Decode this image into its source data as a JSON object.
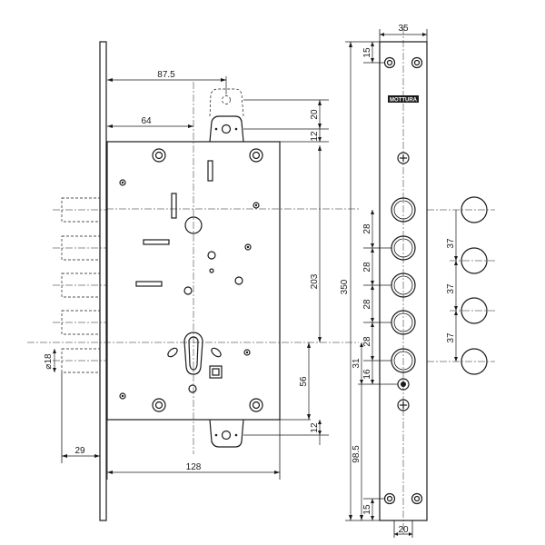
{
  "dimensions": {
    "d87_5": "87.5",
    "d64": "64",
    "d20_top": "20",
    "d12_top": "12",
    "d203": "203",
    "d56": "56",
    "d12_bot": "12",
    "d128": "128",
    "d29": "29",
    "d18": "⌀18",
    "d350": "350",
    "d35": "35",
    "d15_top": "15",
    "d15_bot": "15",
    "d28_a": "28",
    "d28_b": "28",
    "d28_c": "28",
    "d28_d": "28",
    "d31": "31",
    "d16": "16",
    "d98_5": "98.5",
    "d20_bot": "20",
    "d37_a": "37",
    "d37_b": "37",
    "d37_c": "37"
  },
  "brand": "MOTTURA",
  "colors": {
    "ink": "#1a1a1a",
    "background": "#ffffff"
  }
}
